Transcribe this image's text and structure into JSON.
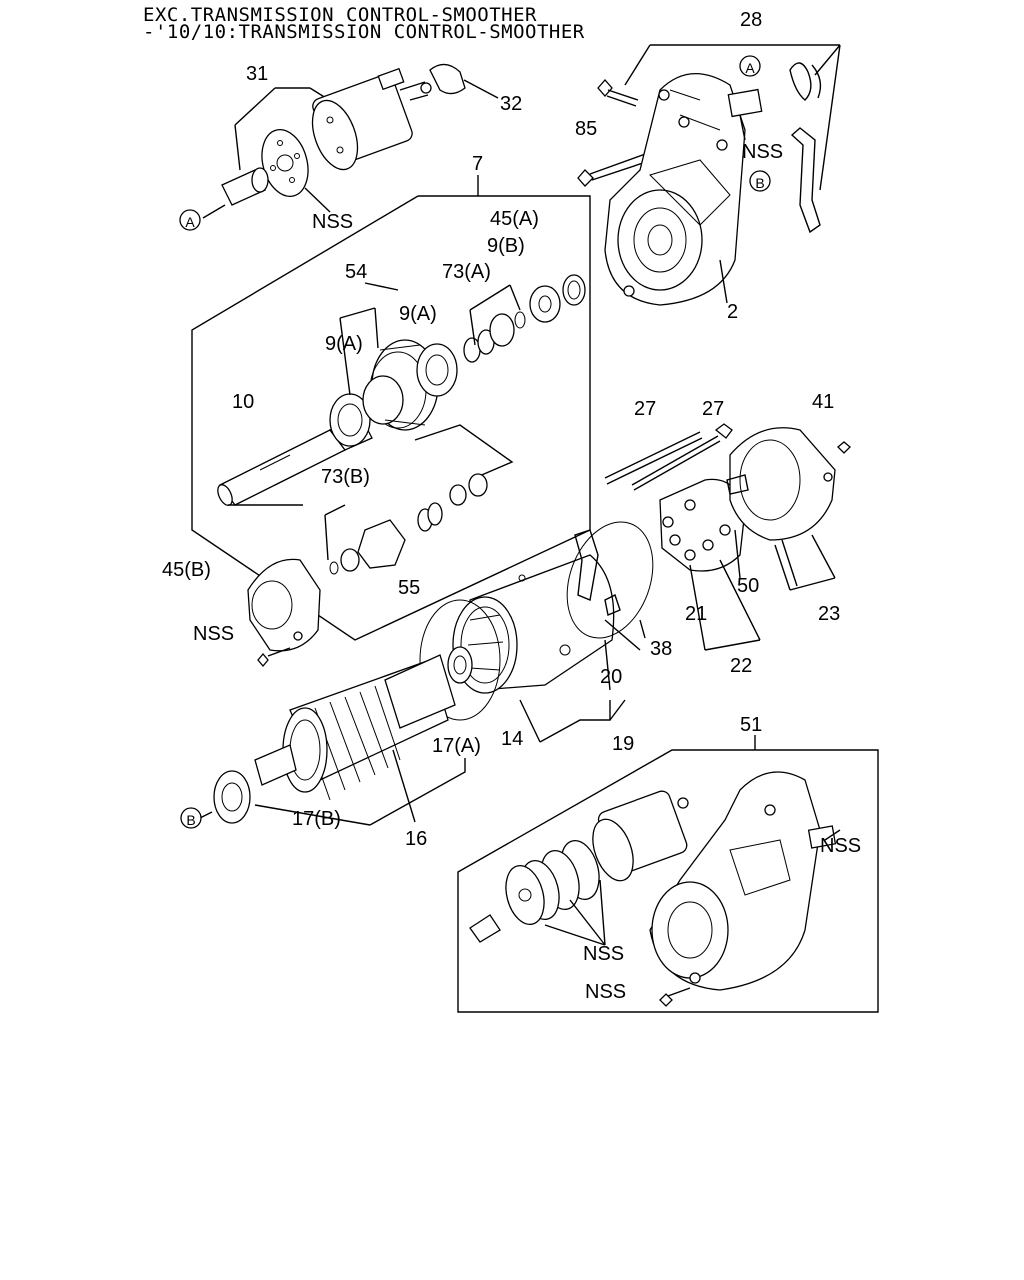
{
  "header": {
    "line1": "EXC.TRANSMISSION CONTROL-SMOOTHER",
    "line2": "-'10/10:TRANSMISSION CONTROL-SMOOTHER"
  },
  "callouts": {
    "c28": "28",
    "c31": "31",
    "c32": "32",
    "c85": "85",
    "c7": "7",
    "c45a": "45(A)",
    "c9b": "9(B)",
    "c73a": "73(A)",
    "c54": "54",
    "c9a_1": "9(A)",
    "c9a_2": "9(A)",
    "c10": "10",
    "c2": "2",
    "c27_1": "27",
    "c27_2": "27",
    "c41": "41",
    "c73b": "73(B)",
    "c45b": "45(B)",
    "c55": "55",
    "c50": "50",
    "c23": "23",
    "c21": "21",
    "c22": "22",
    "c38": "38",
    "c20": "20",
    "c14": "14",
    "c17a": "17(A)",
    "c19": "19",
    "c17b": "17(B)",
    "c16": "16",
    "c51": "51",
    "nss_1": "NSS",
    "nss_2": "NSS",
    "nss_3": "NSS",
    "nss_4": "NSS",
    "nss_5": "NSS",
    "nss_6": "NSS",
    "ref_a1": "A",
    "ref_a2": "A",
    "ref_b1": "B",
    "ref_b2": "B"
  }
}
